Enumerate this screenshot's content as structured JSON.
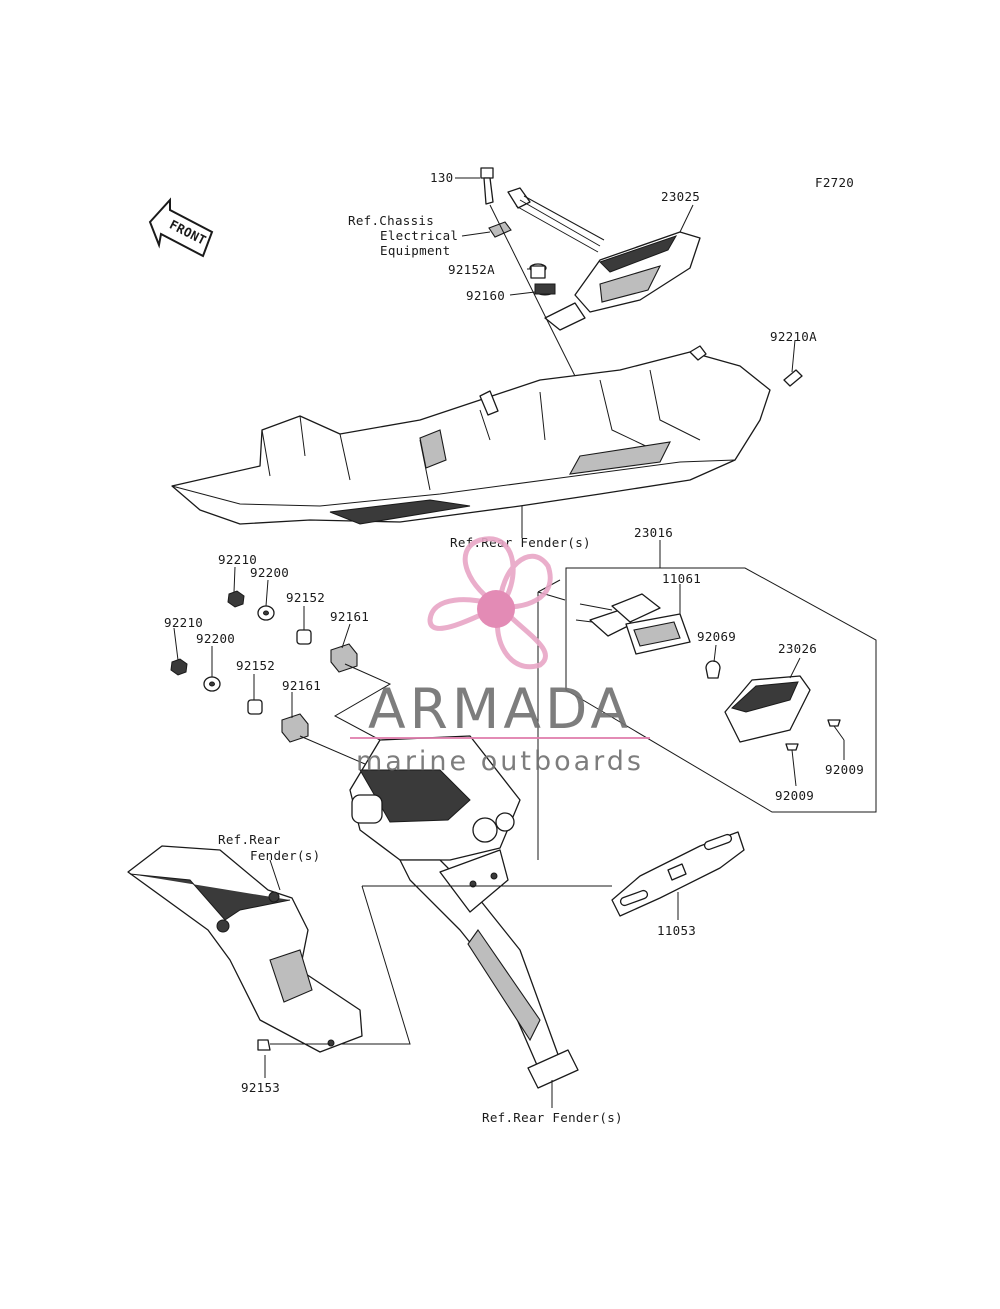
{
  "figure_code": "F2720",
  "front_arrow": {
    "label": "FRONT"
  },
  "part_labels": {
    "p130": "130",
    "p23025": "23025",
    "ref_chassis_1": "Ref.Chassis",
    "ref_chassis_2": "Electrical",
    "ref_chassis_3": "Equipment",
    "p92152A": "92152A",
    "p92160": "92160",
    "p92210A": "92210A",
    "ref_rear_fender_top": "Ref.Rear Fender(s)",
    "p23016": "23016",
    "p11061": "11061",
    "p92069": "92069",
    "p23026": "23026",
    "p92009_a": "92009",
    "p92009_b": "92009",
    "p92210_a": "92210",
    "p92200_a": "92200",
    "p92152_a": "92152",
    "p92161_a": "92161",
    "p92210_b": "92210",
    "p92200_b": "92200",
    "p92152_b": "92152",
    "p92161_b": "92161",
    "ref_rear_fender_left_1": "Ref.Rear",
    "ref_rear_fender_left_2": "Fender(s)",
    "p11053": "11053",
    "p92153": "92153",
    "ref_rear_fender_bottom": "Ref.Rear Fender(s)"
  },
  "watermark": {
    "brand": "ARMADA",
    "tagline": "marine outboards",
    "colors": {
      "logo": "#e8a6c6",
      "logo_center": "#e07fae",
      "text": "#707070"
    }
  }
}
